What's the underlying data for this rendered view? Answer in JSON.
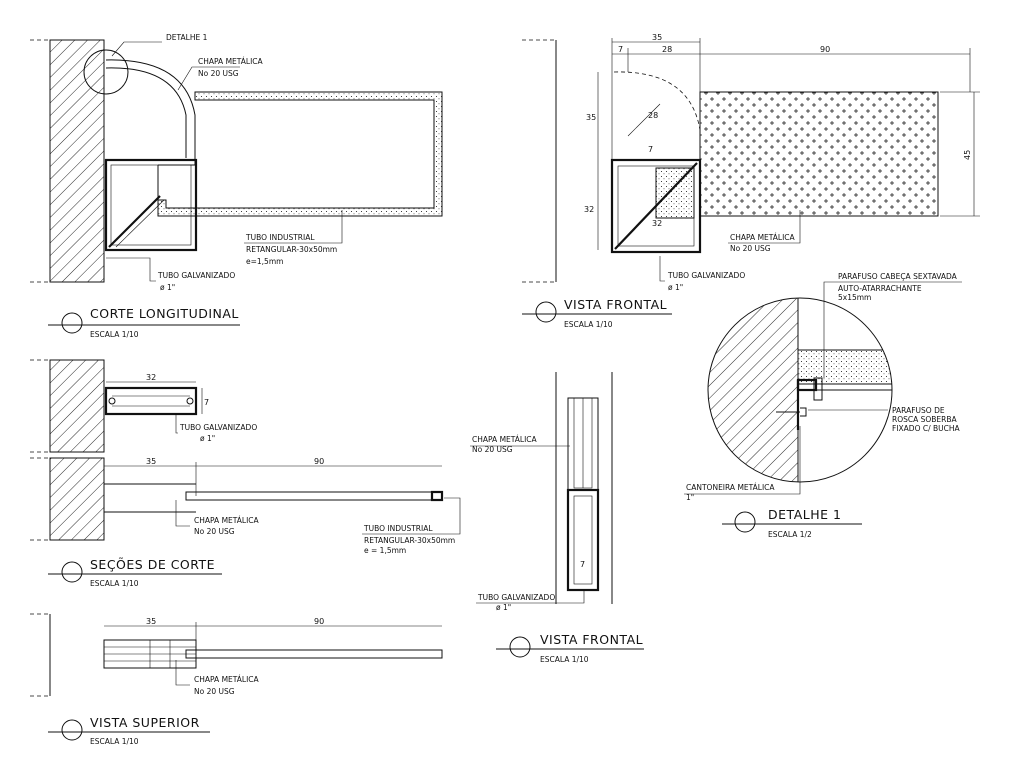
{
  "views": {
    "corte_longitudinal": {
      "title": "CORTE LONGITUDINAL",
      "scale": "ESCALA 1/10",
      "callout_detalhe": "DETALHE 1",
      "chapa_l1": "CHAPA METÁLICA",
      "chapa_l2": "No 20 USG",
      "tubo_ind_l1": "TUBO INDUSTRIAL",
      "tubo_ind_l2": "RETANGULAR-30x50mm",
      "tubo_ind_l3": "e=1,5mm",
      "tubo_galv_l1": "TUBO GALVANIZADO",
      "tubo_galv_l2": "ø 1\""
    },
    "vista_frontal_1": {
      "title": "VISTA FRONTAL",
      "scale": "ESCALA 1/10",
      "dim_35_top": "35",
      "dim_7": "7",
      "dim_28": "28",
      "dim_90": "90",
      "dim_35_left": "35",
      "dim_28_radius": "28",
      "dim_7_inner": "7",
      "dim_32_left": "32",
      "dim_32_bottom": "32",
      "dim_45": "45",
      "chapa_l1": "CHAPA METÁLICA",
      "chapa_l2": "No 20 USG",
      "tubo_galv_l1": "TUBO GALVANIZADO",
      "tubo_galv_l2": "ø 1\""
    },
    "detalhe_1": {
      "title": "DETALHE 1",
      "scale": "ESCALA 1/2",
      "parafuso_cab_l1": "PARAFUSO CABEÇA SEXTAVADA",
      "parafuso_cab_l2": "AUTO-ATARRACHANTE",
      "parafuso_cab_l3": "5x15mm",
      "parafuso_ros_l1": "PARAFUSO DE",
      "parafuso_ros_l2": "ROSCA SOBERBA",
      "parafuso_ros_l3": "FIXADO C/ BUCHA",
      "cantoneira_l1": "CANTONEIRA METÁLICA",
      "cantoneira_l2": "1\""
    },
    "secoes_de_corte": {
      "title": "SEÇÕES DE CORTE",
      "scale": "ESCALA 1/10",
      "dim_32": "32",
      "dim_7": "7",
      "tubo_galv_l1": "TUBO GALVANIZADO",
      "tubo_galv_l2": "ø 1\"",
      "dim_35": "35",
      "dim_90": "90",
      "chapa_l1": "CHAPA METÁLICA",
      "chapa_l2": "No 20 USG",
      "tubo_ind_l1": "TUBO INDUSTRIAL",
      "tubo_ind_l2": "RETANGULAR-30x50mm",
      "tubo_ind_l3": "e = 1,5mm"
    },
    "vista_frontal_2": {
      "title": "VISTA FRONTAL",
      "scale": "ESCALA 1/10",
      "chapa_l1": "CHAPA METÁLICA",
      "chapa_l2": "No 20 USG",
      "dim_7": "7",
      "tubo_galv_l1": "TUBO GALVANIZADO",
      "tubo_galv_l2": "ø 1\""
    },
    "vista_superior": {
      "title": "VISTA SUPERIOR",
      "scale": "ESCALA 1/10",
      "dim_35": "35",
      "dim_90": "90",
      "chapa_l1": "CHAPA METÁLICA",
      "chapa_l2": "No 20 USG"
    }
  }
}
